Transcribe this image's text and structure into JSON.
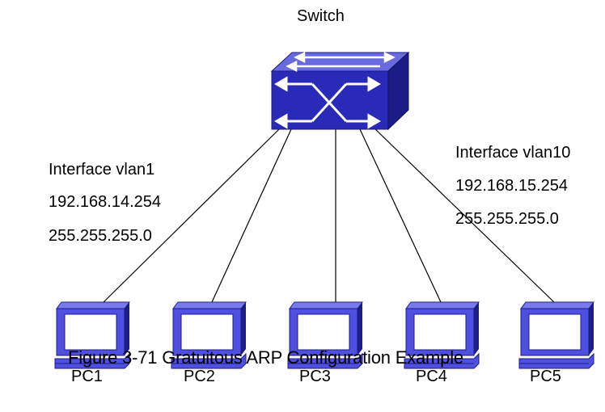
{
  "diagram": {
    "switch": {
      "label": "Switch"
    },
    "interfaces": [
      {
        "name": "Interface vlan1",
        "ip": "192.168.14.254",
        "mask": "255.255.255.0"
      },
      {
        "name": "Interface vlan10",
        "ip": "192.168.15.254",
        "mask": "255.255.255.0"
      }
    ],
    "pcs": [
      {
        "label": "PC1"
      },
      {
        "label": "PC2"
      },
      {
        "label": "PC3"
      },
      {
        "label": "PC4"
      },
      {
        "label": "PC5"
      }
    ],
    "caption": "Figure 3-71 Gratuitous ARP Configuration Example",
    "colors": {
      "switch_top": "#6a6adf",
      "switch_front": "#2a2ab8",
      "switch_side": "#1c1c86",
      "pc_body": "#4f4fe0",
      "pc_dark": "#1d1d8a",
      "arrow": "#ffffff",
      "link": "#000000"
    }
  }
}
